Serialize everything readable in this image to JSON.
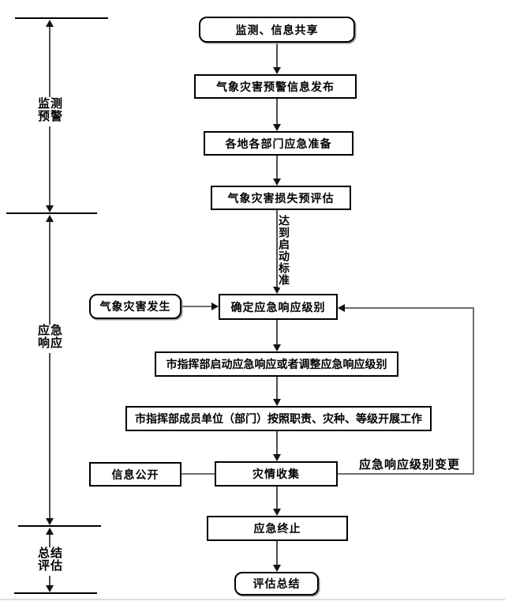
{
  "diagram": {
    "nodes": {
      "monitor_share": "监测、信息共享",
      "warning_release": "气象灾害预警信息发布",
      "dept_prep": "各地各部门应急准备",
      "loss_preassess": "气象灾害损失预评估",
      "determine_level": "确定应急响应级别",
      "disaster_occur": "气象灾害发生",
      "hq_start_adjust": "市指挥部启动应急响应或者调整应急响应级别",
      "members_work": "市指挥部成员单位（部门）按照职责、灾种、等级开展工作",
      "info_public": "信息公开",
      "disaster_collect": "灾情收集",
      "emergency_end": "应急终止",
      "eval_summary": "评估总结"
    },
    "edge_labels": {
      "trigger_condition": "达到启动标准",
      "level_change": "应急响应级别变更"
    },
    "phases": [
      {
        "line1": "监测",
        "line2": "预警"
      },
      {
        "line1": "应急",
        "line2": "响应"
      },
      {
        "line1": "总结",
        "line2": "评估"
      }
    ]
  },
  "colors": {
    "background": "#ffffff",
    "box_border": "#000000",
    "line": "#6e6e6e",
    "arrowhead": "#111111"
  }
}
